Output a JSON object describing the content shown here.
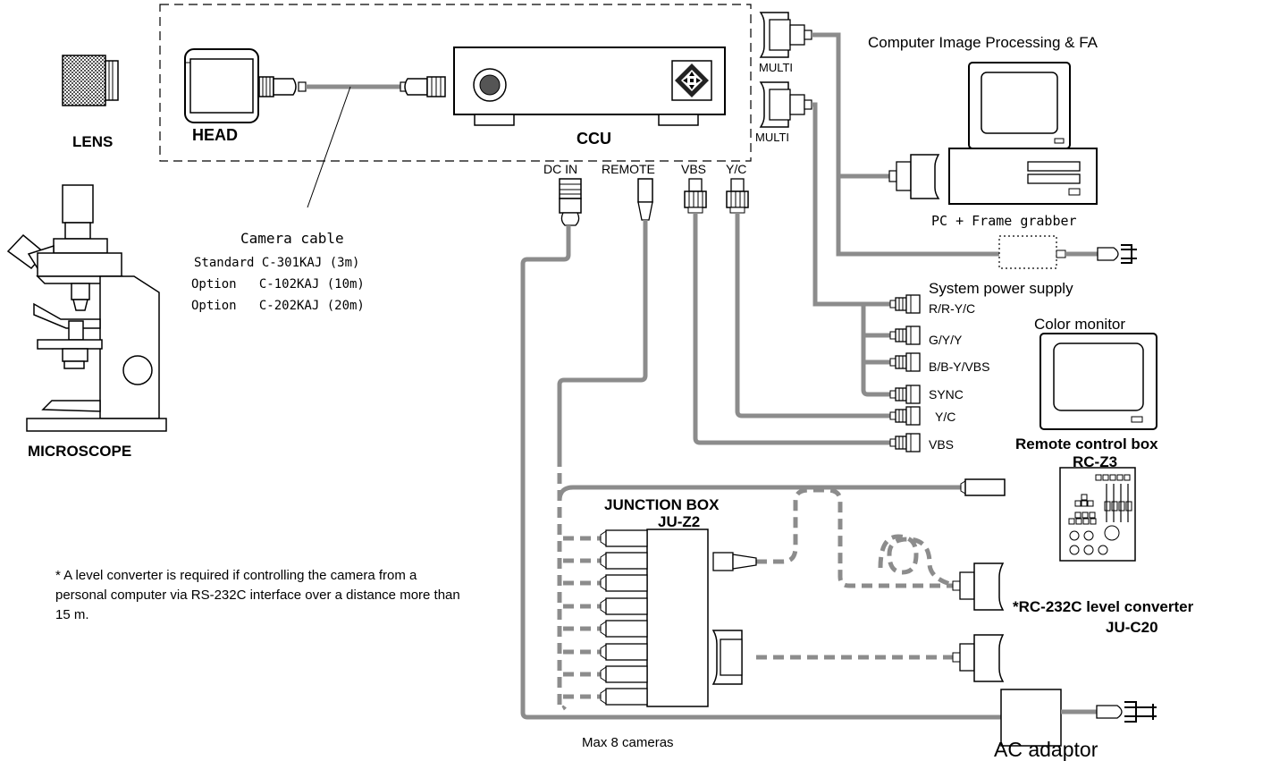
{
  "labels": {
    "lens": "LENS",
    "head": "HEAD",
    "ccu": "CCU",
    "microscope": "MICROSCOPE",
    "multi_1": "MULTI",
    "multi_2": "MULTI",
    "computer_title": "Computer Image Processing & FA",
    "pc": "PC + Frame grabber",
    "system_power": "System power supply",
    "color_monitor": "Color monitor",
    "remote_box_title": "Remote control box",
    "remote_box_model": "RC-Z3",
    "junction_title": "JUNCTION BOX",
    "junction_model": "JU-Z2",
    "level_conv_title": "*RC-232C  level converter",
    "level_conv_model": "JU-C20",
    "max_cameras": "Max 8 cameras",
    "ac_adaptor": "AC adaptor",
    "cable_title": "Camera cable",
    "cable_std": "Standard C-301KAJ (3m)",
    "cable_opt1": "Option   C-102KAJ (10m)",
    "cable_opt2": "Option   C-202KAJ (20m)"
  },
  "ccu_ports": {
    "dc_in": "DC IN",
    "remote": "REMOTE",
    "vbs": "VBS",
    "yc": "Y/C"
  },
  "outputs": {
    "r": "R/R-Y/C",
    "g": "G/Y/Y",
    "b": "B/B-Y/VBS",
    "sync": "SYNC",
    "yc": "Y/C",
    "vbs": "VBS"
  },
  "note": "* A level converter is required if controlling the camera from a personal computer via RS-232C interface over a distance more than 15 m.",
  "colors": {
    "cable": "#8c8c8c",
    "line": "#000000",
    "background": "#ffffff"
  }
}
